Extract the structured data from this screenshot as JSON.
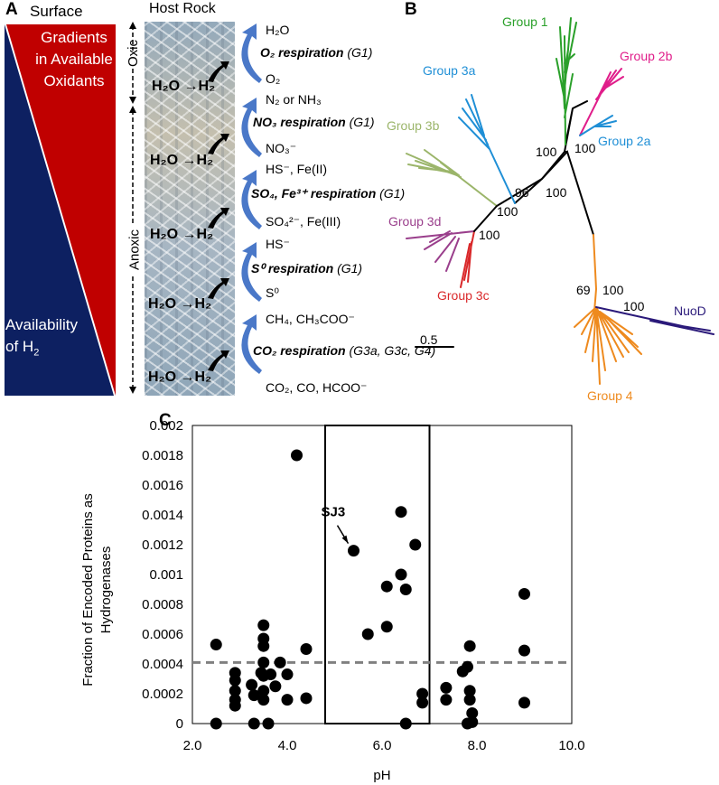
{
  "panel_a": {
    "letter": "A",
    "surface": "Surface",
    "host_rock": "Host Rock",
    "gradients_line1": "Gradients",
    "gradients_line2": "in Available",
    "gradients_line3": "Oxidants",
    "availability_line1": "Availability",
    "availability_line2": "of H",
    "availability_sub": "2",
    "oxic": "Oxic",
    "anoxic": "Anoxic",
    "water_reaction": "H₂O →H₂",
    "reactions": [
      {
        "top": "H₂O",
        "name": "O₂ respiration",
        "group": "(G1)",
        "bottom": "O₂"
      },
      {
        "top": "N₂ or NH₃",
        "name": "NO₃ respiration",
        "group": "(G1)",
        "bottom": "NO₃⁻"
      },
      {
        "top": "HS⁻, Fe(II)",
        "name": "SO₄, Fe³⁺ respiration",
        "group": "(G1)",
        "bottom": "SO₄²⁻, Fe(III)"
      },
      {
        "top": "HS⁻",
        "name": "S⁰ respiration",
        "group": "(G1)",
        "bottom": "S⁰"
      },
      {
        "top": "CH₄, CH₃COO⁻",
        "name": "CO₂ respiration",
        "group": "(G3a, G3c, G4)",
        "bottom": "CO₂, CO, HCOO⁻"
      }
    ],
    "colors": {
      "red": "#c00000",
      "navy": "#0d2061",
      "arrow": "#4a78c8"
    }
  },
  "panel_b": {
    "letter": "B",
    "groups": [
      {
        "label": "Group 1",
        "color": "#2aa02a"
      },
      {
        "label": "Group 2b",
        "color": "#e01d8a"
      },
      {
        "label": "Group 2a",
        "color": "#1f8fd6"
      },
      {
        "label": "Group 3a",
        "color": "#1f8fd6"
      },
      {
        "label": "Group 3b",
        "color": "#9bb56a"
      },
      {
        "label": "Group 3d",
        "color": "#9a3f8c"
      },
      {
        "label": "Group 3c",
        "color": "#d9282a"
      },
      {
        "label": "Group 4",
        "color": "#ee8a1e"
      },
      {
        "label": "NuoD",
        "color": "#2b1a7a"
      }
    ],
    "bootstrap": [
      "100",
      "100",
      "96",
      "100",
      "100",
      "100",
      "69",
      "100",
      "100"
    ],
    "scale": "0.5"
  },
  "panel_c": {
    "letter": "C",
    "annotation": "SJ3",
    "chart_data": {
      "type": "scatter",
      "xlabel": "pH",
      "ylabel": "Fraction of Encoded Proteins as Hydrogenases",
      "xlim": [
        2.0,
        10.0
      ],
      "ylim": [
        0,
        0.002
      ],
      "x_ticks": [
        "2.0",
        "4.0",
        "6.0",
        "8.0",
        "10.0"
      ],
      "x_tick_values": [
        2,
        4,
        6,
        8,
        10
      ],
      "y_ticks": [
        "0",
        "0.0002",
        "0.0004",
        "0.0006",
        "0.0008",
        "0.001",
        "0.0012",
        "0.0014",
        "0.0016",
        "0.0018",
        "0.002"
      ],
      "y_tick_values": [
        0,
        0.0002,
        0.0004,
        0.0006,
        0.0008,
        0.001,
        0.0012,
        0.0014,
        0.0016,
        0.0018,
        0.002
      ],
      "reference_line_y": 0.00041,
      "highlight_box_x": [
        4.8,
        7.0
      ],
      "highlight_point": {
        "x": 5.4,
        "y": 0.00116
      },
      "points": [
        {
          "x": 2.5,
          "y": 0.00053
        },
        {
          "x": 2.5,
          "y": 0.0
        },
        {
          "x": 2.9,
          "y": 0.00034
        },
        {
          "x": 2.9,
          "y": 0.00029
        },
        {
          "x": 2.9,
          "y": 0.00022
        },
        {
          "x": 2.9,
          "y": 0.00016
        },
        {
          "x": 2.9,
          "y": 0.00012
        },
        {
          "x": 3.25,
          "y": 0.00026
        },
        {
          "x": 3.3,
          "y": 0.00019
        },
        {
          "x": 3.3,
          "y": 0.0
        },
        {
          "x": 3.45,
          "y": 0.00034
        },
        {
          "x": 3.5,
          "y": 0.00066
        },
        {
          "x": 3.5,
          "y": 0.00057
        },
        {
          "x": 3.5,
          "y": 0.00052
        },
        {
          "x": 3.5,
          "y": 0.00041
        },
        {
          "x": 3.5,
          "y": 0.00032
        },
        {
          "x": 3.5,
          "y": 0.00022
        },
        {
          "x": 3.5,
          "y": 0.00016
        },
        {
          "x": 3.6,
          "y": 0.0
        },
        {
          "x": 3.65,
          "y": 0.00033
        },
        {
          "x": 3.75,
          "y": 0.00025
        },
        {
          "x": 3.85,
          "y": 0.00041
        },
        {
          "x": 4.0,
          "y": 0.00033
        },
        {
          "x": 4.0,
          "y": 0.00016
        },
        {
          "x": 4.2,
          "y": 0.0018
        },
        {
          "x": 4.4,
          "y": 0.0005
        },
        {
          "x": 4.4,
          "y": 0.00017
        },
        {
          "x": 5.4,
          "y": 0.00116
        },
        {
          "x": 5.7,
          "y": 0.0006
        },
        {
          "x": 6.1,
          "y": 0.00092
        },
        {
          "x": 6.1,
          "y": 0.00065
        },
        {
          "x": 6.4,
          "y": 0.00142
        },
        {
          "x": 6.4,
          "y": 0.001
        },
        {
          "x": 6.5,
          "y": 0.0009
        },
        {
          "x": 6.5,
          "y": 0.0
        },
        {
          "x": 6.7,
          "y": 0.0012
        },
        {
          "x": 6.85,
          "y": 0.0002
        },
        {
          "x": 6.85,
          "y": 0.00014
        },
        {
          "x": 7.35,
          "y": 0.00024
        },
        {
          "x": 7.35,
          "y": 0.00016
        },
        {
          "x": 7.7,
          "y": 0.00035
        },
        {
          "x": 7.8,
          "y": 0.00038
        },
        {
          "x": 7.85,
          "y": 0.00052
        },
        {
          "x": 7.85,
          "y": 0.00022
        },
        {
          "x": 7.85,
          "y": 0.00016
        },
        {
          "x": 7.9,
          "y": 7e-05
        },
        {
          "x": 7.9,
          "y": 1e-05
        },
        {
          "x": 7.8,
          "y": 0.0
        },
        {
          "x": 9.0,
          "y": 0.00087
        },
        {
          "x": 9.0,
          "y": 0.00049
        },
        {
          "x": 9.0,
          "y": 0.00014
        }
      ]
    }
  }
}
